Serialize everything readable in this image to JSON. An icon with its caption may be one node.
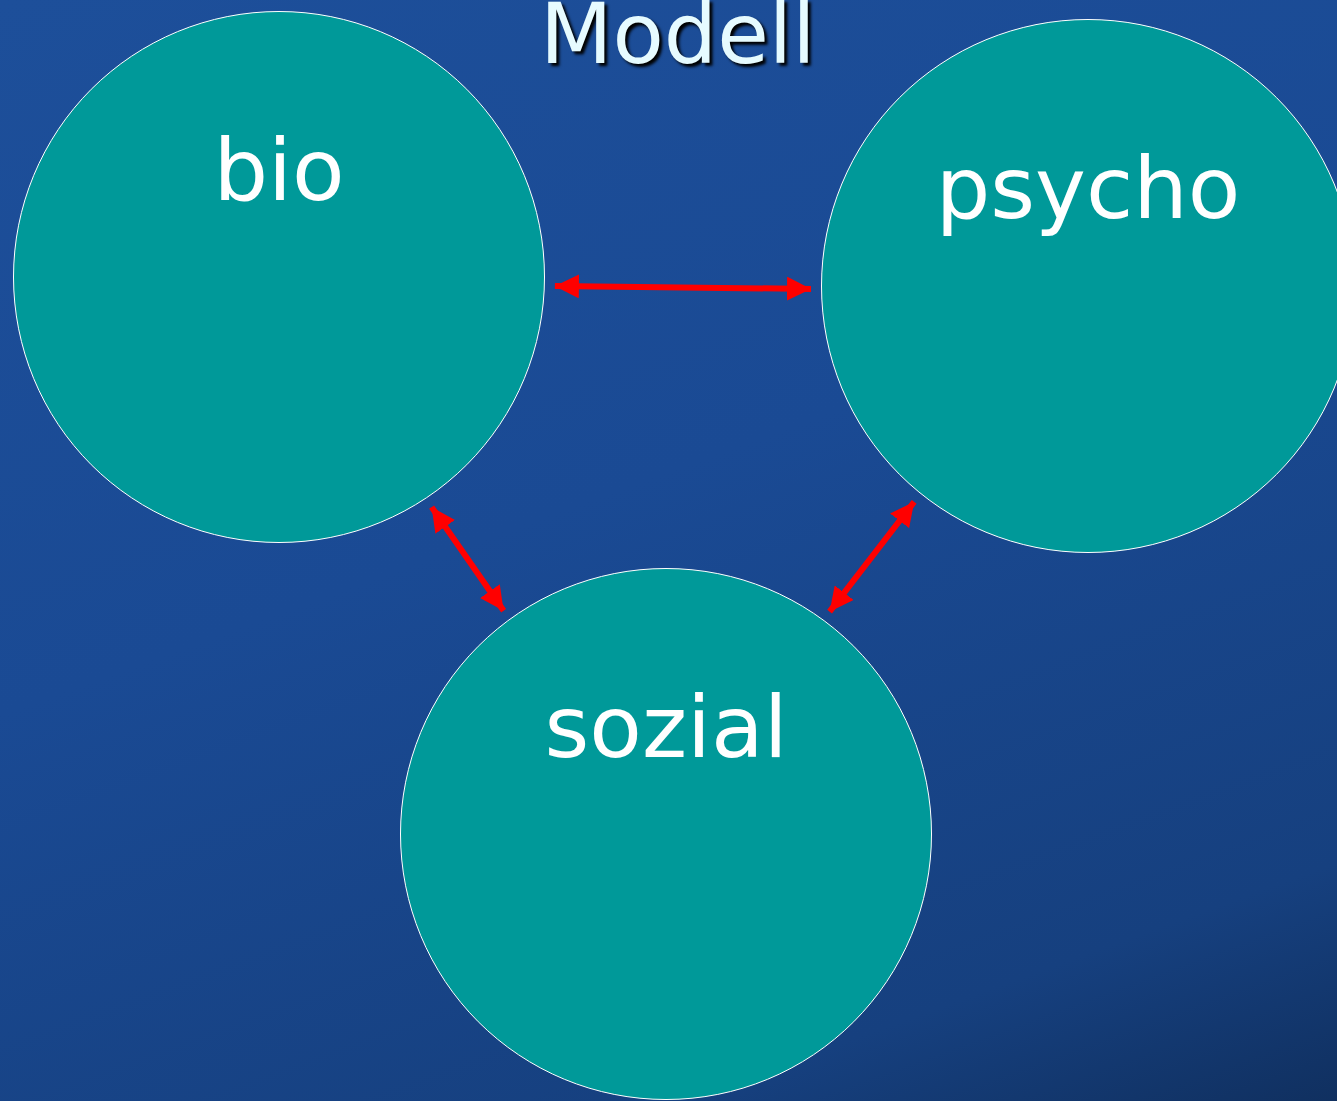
{
  "diagram": {
    "title": "Modell",
    "nodes": [
      {
        "text": [
          "bio"
        ]
      },
      {
        "text": [
          "psycho"
        ]
      },
      {
        "text": [
          "sozial"
        ]
      }
    ],
    "edges": [
      {
        "from": 0,
        "to": 1,
        "arrow": "both"
      },
      {
        "from": 0,
        "to": 2,
        "arrow": "both"
      },
      {
        "from": 1,
        "to": 2,
        "arrow": "both"
      }
    ]
  }
}
